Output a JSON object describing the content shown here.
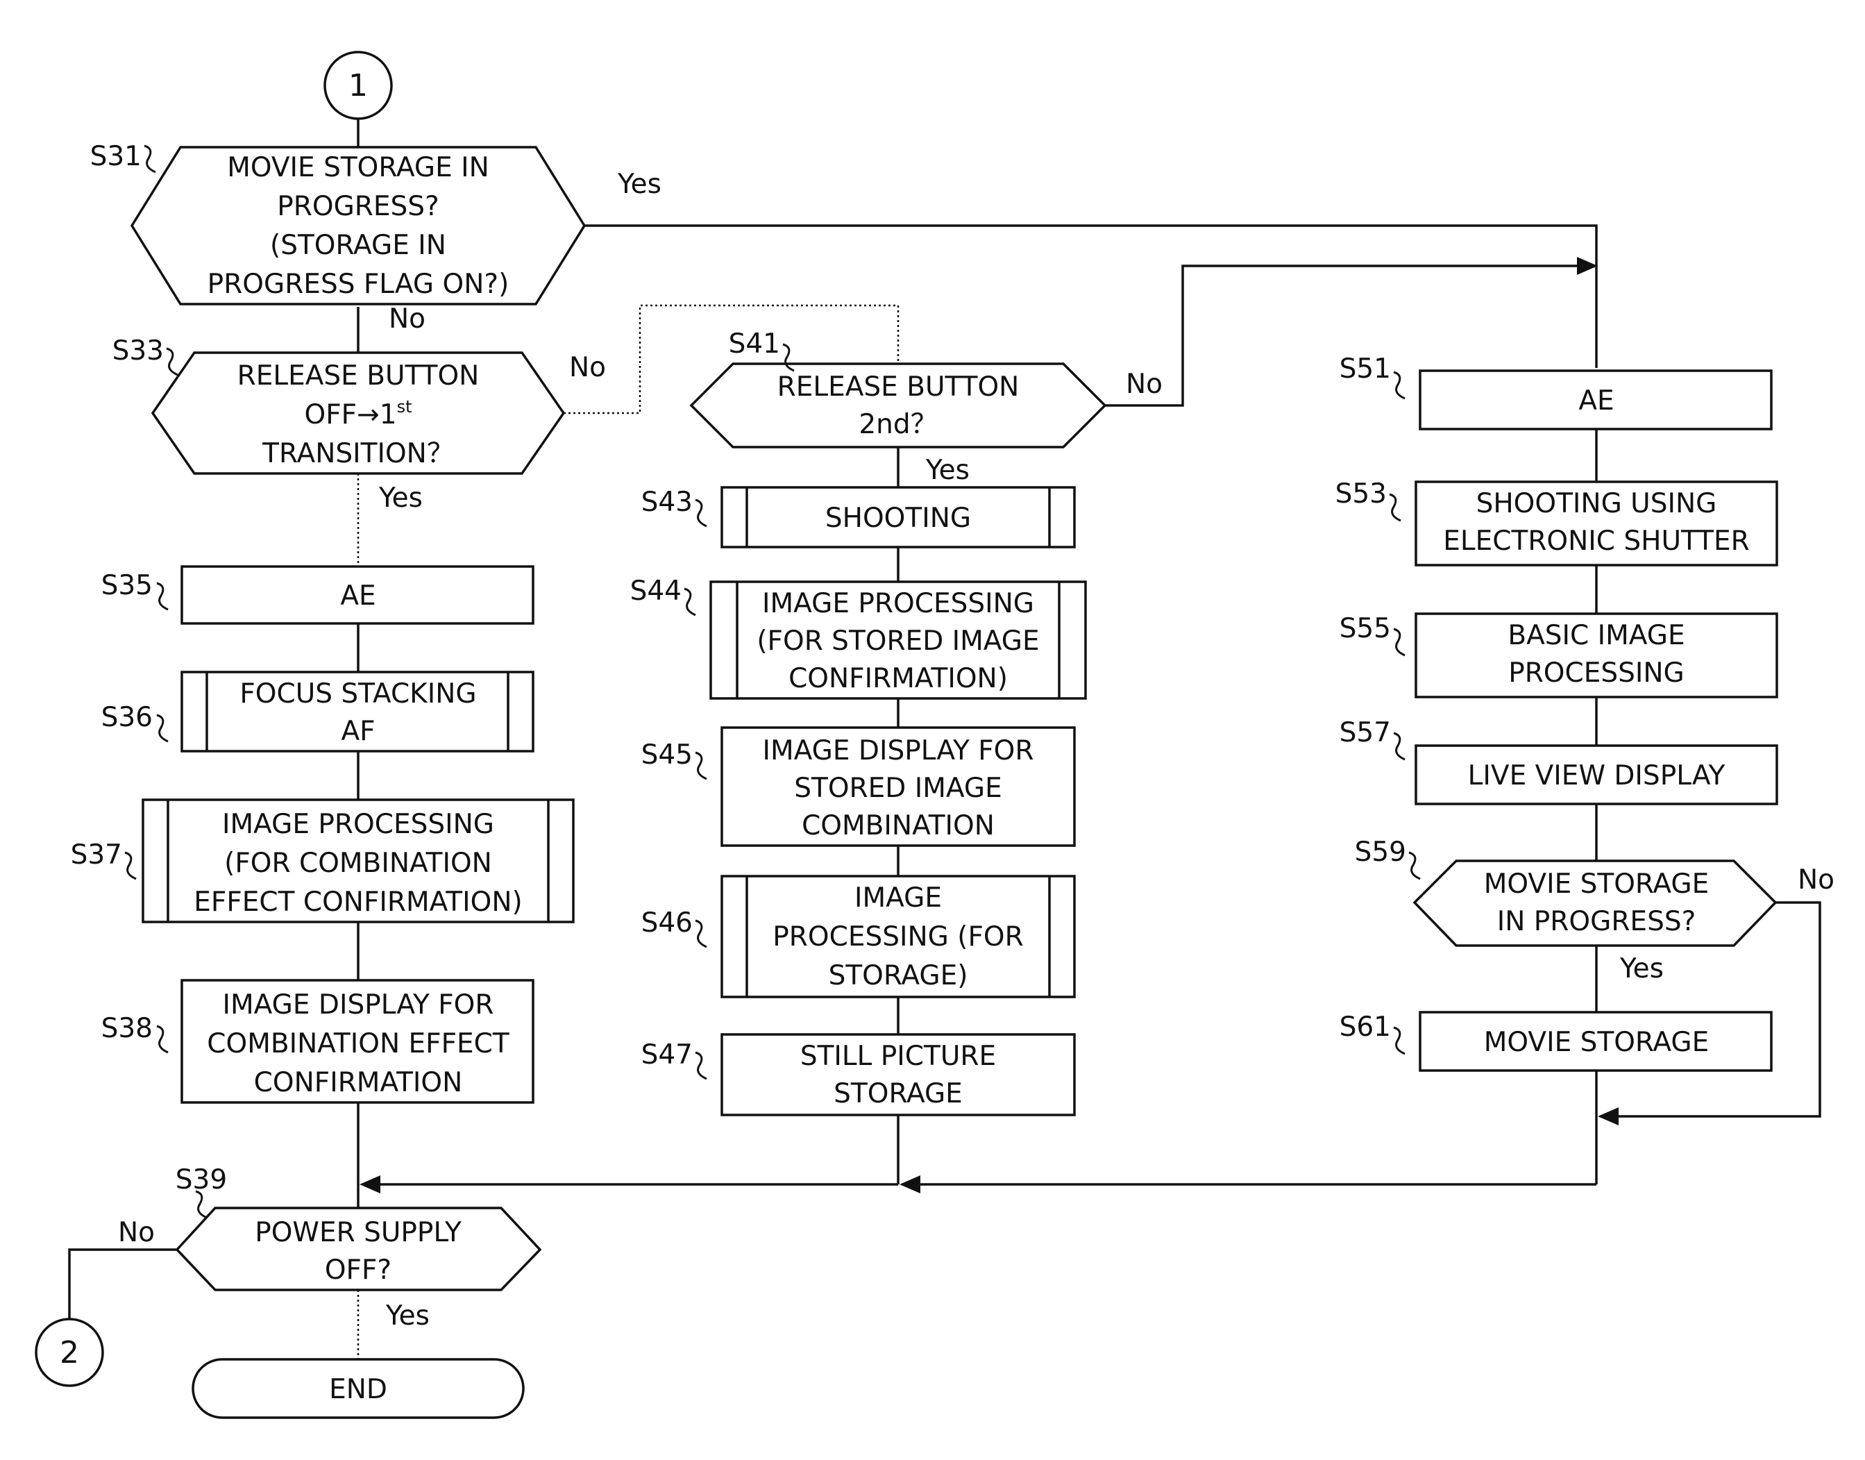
{
  "connectors": {
    "top": "1",
    "bottom": "2"
  },
  "steps": {
    "s31": {
      "id": "S31",
      "lines": [
        "MOVIE STORAGE IN",
        "PROGRESS?",
        "(STORAGE IN",
        "PROGRESS FLAG ON?)"
      ]
    },
    "s33": {
      "id": "S33",
      "lines": [
        "RELEASE BUTTON",
        "OFF→1",
        "TRANSITION？"
      ],
      "superscript": "st"
    },
    "s35": {
      "id": "S35",
      "lines": [
        "AE"
      ]
    },
    "s36": {
      "id": "S36",
      "lines": [
        "FOCUS STACKING",
        "AF"
      ]
    },
    "s37": {
      "id": "S37",
      "lines": [
        "IMAGE PROCESSING",
        "(FOR COMBINATION",
        "EFFECT CONFIRMATION)"
      ]
    },
    "s38": {
      "id": "S38",
      "lines": [
        "IMAGE DISPLAY FOR",
        "COMBINATION EFFECT",
        "CONFIRMATION"
      ]
    },
    "s39": {
      "id": "S39",
      "lines": [
        "POWER SUPPLY",
        "OFF?"
      ]
    },
    "end": {
      "lines": [
        "END"
      ]
    },
    "s41": {
      "id": "S41",
      "lines": [
        "RELEASE BUTTON",
        "2nd？"
      ]
    },
    "s43": {
      "id": "S43",
      "lines": [
        "SHOOTING"
      ]
    },
    "s44": {
      "id": "S44",
      "lines": [
        "IMAGE PROCESSING",
        "(FOR STORED IMAGE",
        "CONFIRMATION)"
      ]
    },
    "s45": {
      "id": "S45",
      "lines": [
        "IMAGE DISPLAY FOR",
        "STORED IMAGE",
        "COMBINATION"
      ]
    },
    "s46": {
      "id": "S46",
      "lines": [
        "IMAGE",
        "PROCESSING (FOR",
        "STORAGE)"
      ]
    },
    "s47": {
      "id": "S47",
      "lines": [
        "STILL PICTURE",
        "STORAGE"
      ]
    },
    "s51": {
      "id": "S51",
      "lines": [
        "AE"
      ]
    },
    "s53": {
      "id": "S53",
      "lines": [
        "SHOOTING USING",
        "ELECTRONIC SHUTTER"
      ]
    },
    "s55": {
      "id": "S55",
      "lines": [
        "BASIC IMAGE",
        "PROCESSING"
      ]
    },
    "s57": {
      "id": "S57",
      "lines": [
        "LIVE VIEW DISPLAY"
      ]
    },
    "s59": {
      "id": "S59",
      "lines": [
        "MOVIE STORAGE",
        "IN PROGRESS?"
      ]
    },
    "s61": {
      "id": "S61",
      "lines": [
        "MOVIE STORAGE"
      ]
    }
  },
  "branch_labels": {
    "s31_yes": "Yes",
    "s31_no": "No",
    "s33_no": "No",
    "s33_yes": "Yes",
    "s41_no": "No",
    "s41_yes": "Yes",
    "s59_no": "No",
    "s59_yes": "Yes",
    "s39_no": "No",
    "s39_yes": "Yes"
  }
}
